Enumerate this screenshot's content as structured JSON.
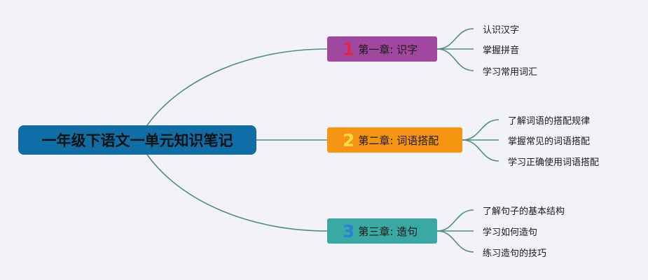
{
  "root": {
    "label": "一年级下语文一单元知识笔记"
  },
  "chapters": [
    {
      "number": "1",
      "title": "第一章: 识字",
      "color": "#a0479f",
      "number_color": "#e0264f",
      "items": [
        "认识汉字",
        "掌握拼音",
        "学习常用词汇"
      ]
    },
    {
      "number": "2",
      "title": "第二章: 词语搭配",
      "color": "#f5940f",
      "number_color": "#ffdd4a",
      "items": [
        "了解词语的搭配规律",
        "掌握常见的词语搭配",
        "学习正确使用词语搭配"
      ]
    },
    {
      "number": "3",
      "title": "第三章: 造句",
      "color": "#3aa8a3",
      "number_color": "#2d7fd8",
      "items": [
        "了解句子的基本结构",
        "学习如何造句",
        "练习造句的技巧"
      ]
    }
  ],
  "colors": {
    "background": "#f2f2f8",
    "root": "#0f6ea6",
    "connector": "#4f8f80"
  }
}
